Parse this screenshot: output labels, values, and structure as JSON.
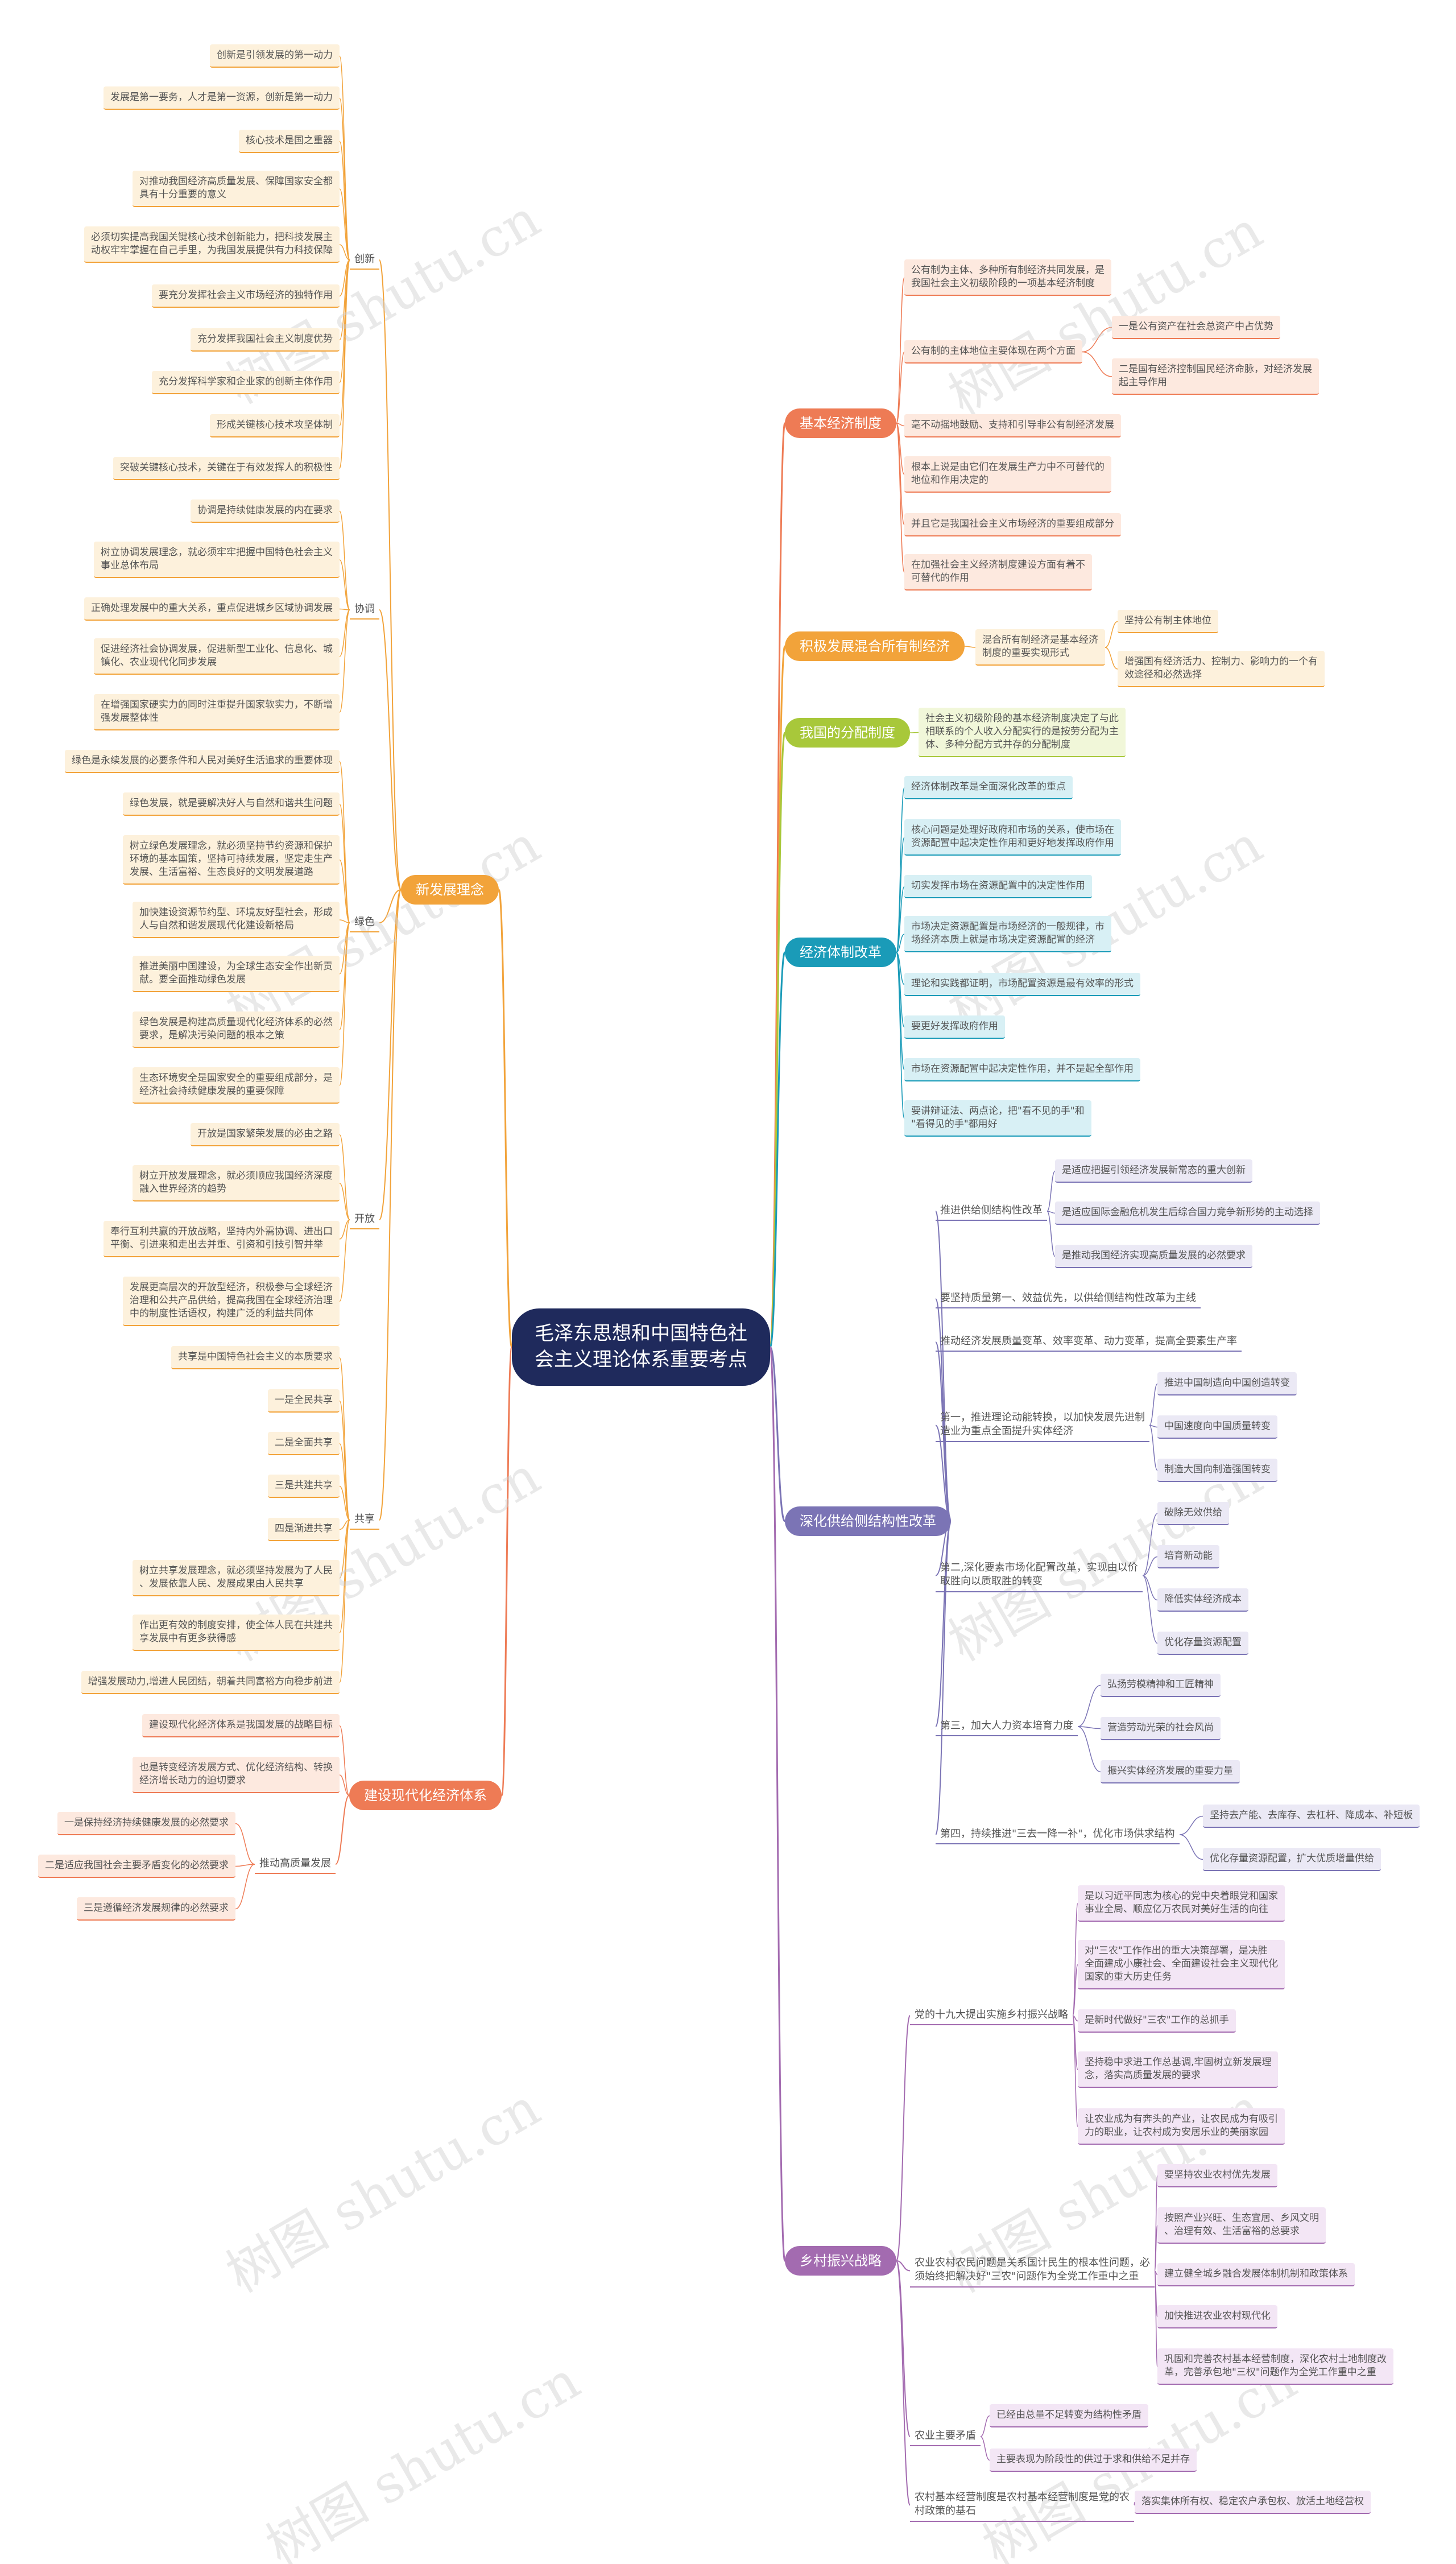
{
  "root": "毛泽东思想和中国特色社\n会主义理论体系重要考点",
  "watermark": "树图 shutu.cn",
  "colors": {
    "root": "#1f2a5c",
    "orange": "#f2a33a",
    "orangeLeaf": "#fdf1dc",
    "salmon": "#ee7b55",
    "salmonLeaf": "#fde9df",
    "yellowgreen": "#a8c83a",
    "ygLeaf": "#f1f7d9",
    "teal": "#1a9bb8",
    "tealLeaf": "#d8f0f5",
    "purple": "#7b74b5",
    "purpleLeaf": "#ebe9f5",
    "violet": "#a36bb0",
    "violetLeaf": "#f3e6f5"
  },
  "left": {
    "xinfazhan": {
      "label": "新发展理念",
      "chuangxin": {
        "label": "创新",
        "items": [
          "创新是引领发展的第一动力",
          "发展是第一要务，人才是第一资源，创新是第一动力",
          "核心技术是国之重器",
          "对推动我国经济高质量发展、保障国家安全都\n具有十分重要的意义",
          "必须切实提高我国关键核心技术创新能力，把科技发展主\n动权牢牢掌握在自己手里，为我国发展提供有力科技保障",
          "要充分发挥社会主义市场经济的独特作用",
          "充分发挥我国社会主义制度优势",
          "充分发挥科学家和企业家的创新主体作用",
          "形成关键核心技术攻坚体制",
          "突破关键核心技术，关键在于有效发挥人的积极性"
        ]
      },
      "xietiao": {
        "label": "协调",
        "items": [
          "协调是持续健康发展的内在要求",
          "树立协调发展理念，就必须牢牢把握中国特色社会主义\n事业总体布局",
          "正确处理发展中的重大关系，重点促进城乡区域协调发展",
          "促进经济社会协调发展，促进新型工业化、信息化、城\n镇化、农业现代化同步发展",
          "在增强国家硬实力的同时注重提升国家软实力，不断增\n强发展整体性"
        ]
      },
      "lvse": {
        "label": "绿色",
        "items": [
          "绿色是永续发展的必要条件和人民对美好生活追求的重要体现",
          "绿色发展，就是要解决好人与自然和谐共生问题",
          "树立绿色发展理念，就必须坚持节约资源和保护\n环境的基本国策，坚持可持续发展，坚定走生产\n发展、生活富裕、生态良好的文明发展道路",
          "加快建设资源节约型、环境友好型社会，形成\n人与自然和谐发展现代化建设新格局",
          "推进美丽中国建设，为全球生态安全作出新贡\n献。要全面推动绿色发展",
          "绿色发展是构建高质量现代化经济体系的必然\n要求，是解决污染问题的根本之策",
          "生态环境安全是国家安全的重要组成部分，是\n经济社会持续健康发展的重要保障"
        ]
      },
      "kaifang": {
        "label": "开放",
        "items": [
          "开放是国家繁荣发展的必由之路",
          "树立开放发展理念，就必须顺应我国经济深度\n融入世界经济的趋势",
          "奉行互利共赢的开放战略，坚持内外需协调、进出口\n平衡、引进来和走出去并重、引资和引技引智并举",
          "发展更高层次的开放型经济，积极参与全球经济\n治理和公共产品供给，提高我国在全球经济治理\n中的制度性话语权，构建广泛的利益共同体"
        ]
      },
      "gongxiang": {
        "label": "共享",
        "items": [
          "共享是中国特色社会主义的本质要求",
          "一是全民共享",
          "二是全面共享",
          "三是共建共享",
          "四是渐进共享",
          "树立共享发展理念，就必须坚持发展为了人民\n、发展依靠人民、发展成果由人民共享",
          "作出更有效的制度安排，使全体人民在共建共\n享发展中有更多获得感",
          "增强发展动力,增进人民团结，朝着共同富裕方向稳步前进"
        ]
      }
    },
    "xiandaihua": {
      "label": "建设现代化经济体系",
      "items": [
        "建设现代化经济体系是我国发展的战略目标",
        "也是转变经济发展方式、优化经济结构、转换\n经济增长动力的迫切要求"
      ],
      "tuidong": {
        "label": "推动高质量发展",
        "items": [
          "一是保持经济持续健康发展的必然要求",
          "二是适应我国社会主要矛盾变化的必然要求",
          "三是遵循经济发展规律的必然要求"
        ]
      }
    }
  },
  "right": {
    "jiben": {
      "label": "基本经济制度",
      "items": [
        "公有制为主体、多种所有制经济共同发展，是\n我国社会主义初级阶段的一项基本经济制度",
        "公有制的主体地位主要体现在两个方面",
        "毫不动摇地鼓励、支持和引导非公有制经济发展",
        "根本上说是由它们在发展生产力中不可替代的\n地位和作用决定的",
        "并且它是我国社会主义市场经济的重要组成部分",
        "在加强社会主义经济制度建设方面有着不\n可替代的作用"
      ],
      "two": [
        "一是公有资产在社会总资产中占优势",
        "二是国有经济控制国民经济命脉，对经济发展\n起主导作用"
      ]
    },
    "hunhe": {
      "label": "积极发展混合所有制经济",
      "mid": "混合所有制经济是基本经济\n制度的重要实现形式",
      "items": [
        "坚持公有制主体地位",
        "增强国有经济活力、控制力、影响力的一个有\n效途径和必然选择"
      ]
    },
    "fenpei": {
      "label": "我国的分配制度",
      "text": "社会主义初级阶段的基本经济制度决定了与此\n相联系的个人收入分配实行的是按劳分配为主\n体、多种分配方式并存的分配制度"
    },
    "tizhi": {
      "label": "经济体制改革",
      "items": [
        "经济体制改革是全面深化改革的重点",
        "核心问题是处理好政府和市场的关系，使市场在\n资源配置中起决定性作用和更好地发挥政府作用",
        "切实发挥市场在资源配置中的决定性作用",
        "市场决定资源配置是市场经济的一般规律，市\n场经济本质上就是市场决定资源配置的经济",
        "理论和实践都证明，市场配置资源是最有效率的形式",
        "要更好发挥政府作用",
        "市场在资源配置中起决定性作用，并不是起全部作用",
        "要讲辩证法、两点论，把\"看不见的手\"和\n\"看得见的手\"都用好"
      ]
    },
    "gongji": {
      "label": "深化供给侧结构性改革",
      "reason": {
        "label": "推进供给侧结构性改革",
        "items": [
          "是适应把握引领经济发展新常态的重大创新",
          "是适应国际金融危机发生后综合国力竞争新形势的主动选择",
          "是推动我国经济实现高质量发展的必然要求"
        ]
      },
      "line1": "要坚持质量第一、效益优先，以供给侧结构性改革为主线",
      "line2": "推动经济发展质量变革、效率变革、动力变革，提高全要素生产率",
      "first": {
        "label": "第一，推进理论动能转换，以加快发展先进制\n造业为重点全面提升实体经济",
        "items": [
          "推进中国制造向中国创造转变",
          "中国速度向中国质量转变",
          "制造大国向制造强国转变"
        ]
      },
      "second": {
        "label": "第二,深化要素市场化配置改革，实现由以价\n取胜向以质取胜的转变",
        "items": [
          "破除无效供给",
          "培育新动能",
          "降低实体经济成本",
          "优化存量资源配置"
        ]
      },
      "third": {
        "label": "第三，加大人力资本培育力度",
        "items": [
          "弘扬劳模精神和工匠精神",
          "营造劳动光荣的社会风尚",
          "振兴实体经济发展的重要力量"
        ]
      },
      "fourth": {
        "label": "第四，持续推进\"三去一降一补\"，优化市场供求结构",
        "items": [
          "坚持去产能、去库存、去杠杆、降成本、补短板",
          "优化存量资源配置，扩大优质增量供给"
        ]
      }
    },
    "xiangcun": {
      "label": "乡村振兴战略",
      "s1": {
        "label": "党的十九大提出实施乡村振兴战略",
        "items": [
          "是以习近平同志为核心的党中央着眼党和国家\n事业全局、顺应亿万农民对美好生活的向往",
          "对\"三农\"工作作出的重大决策部署，是决胜\n全面建成小康社会、全面建设社会主义现代化\n国家的重大历史任务",
          "是新时代做好\"三农\"工作的总抓手",
          "坚持稳中求进工作总基调,牢固树立新发展理\n念，落实高质量发展的要求",
          "让农业成为有奔头的产业，让农民成为有吸引\n力的职业，让农村成为安居乐业的美丽家园"
        ]
      },
      "s2": {
        "label": "农业农村农民问题是关系国计民生的根本性问题，必\n须始终把解决好\"三农\"问题作为全党工作重中之重",
        "items": [
          "要坚持农业农村优先发展",
          "按照产业兴旺、生态宜居、乡风文明\n、治理有效、生活富裕的总要求",
          "建立健全城乡融合发展体制机制和政策体系",
          "加快推进农业农村现代化",
          "巩固和完善农村基本经营制度，深化农村土地制度改\n革，完善承包地\"三权\"问题作为全党工作重中之重"
        ]
      },
      "s3": {
        "label": "农业主要矛盾",
        "items": [
          "已经由总量不足转变为结构性矛盾",
          "主要表现为阶段性的供过于求和供给不足并存"
        ]
      },
      "s4": {
        "label": "农村基本经营制度是农村基本经营制度是党的农\n村政策的基石",
        "items": [
          "落实集体所有权、稳定农户承包权、放活土地经营权"
        ]
      }
    }
  }
}
